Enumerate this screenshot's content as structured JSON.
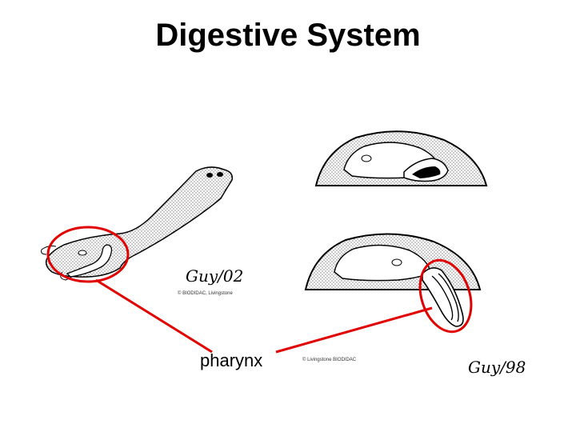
{
  "slide": {
    "title": "Digestive System",
    "label": "pharynx",
    "signature_1": "Guy/02",
    "signature_2": "Guy/98",
    "credit_1": "© BIODIDAC, Livingstone",
    "credit_2": "© Livingstone BIODIDAC"
  },
  "colors": {
    "highlight": "#e00000",
    "ink": "#000000"
  }
}
